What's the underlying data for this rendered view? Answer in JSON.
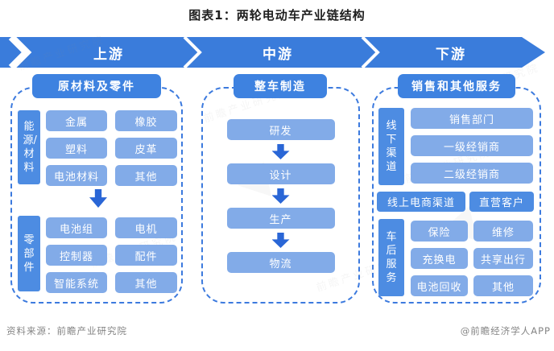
{
  "title": "图表1：两轮电动车产业链结构",
  "banner": {
    "segments": [
      {
        "label": "上游"
      },
      {
        "label": "中游"
      },
      {
        "label": "下游"
      }
    ]
  },
  "upstream": {
    "header": "原材料及零件",
    "group1": {
      "side_label": "能源/材料",
      "items": [
        "金属",
        "橡胶",
        "塑料",
        "皮革",
        "电池材料",
        "其他"
      ]
    },
    "group2": {
      "side_label": "零部件",
      "items": [
        "电池组",
        "电机",
        "控制器",
        "配件",
        "智能系统",
        "其他"
      ]
    }
  },
  "midstream": {
    "header": "整车制造",
    "steps": [
      "研发",
      "设计",
      "生产",
      "物流"
    ]
  },
  "downstream": {
    "header": "销售和其他服务",
    "offline": {
      "side_label": "线下渠道",
      "items": [
        "销售部门",
        "一级经销商",
        "二级经销商"
      ]
    },
    "online_row": [
      "线上电商渠道",
      "直营客户"
    ],
    "after_sales": {
      "side_label": "车后服务",
      "items": [
        "保险",
        "维修",
        "充换电",
        "共享出行",
        "电池回收",
        "其他"
      ]
    }
  },
  "footer": {
    "source": "资料来源：前瞻产业研究院",
    "credit": "@前瞻经济学人APP"
  },
  "watermark": {
    "text": "前瞻产业研究院"
  },
  "colors": {
    "banner_blue": "#3a7cdb",
    "header_blue": "#3e82e0",
    "mid_blue": "#4d8ce2",
    "light_blue": "#82abe8",
    "arrow_blue": "#2a66d6",
    "dash_border": "#3c7ade",
    "footer_gray": "#848484"
  }
}
